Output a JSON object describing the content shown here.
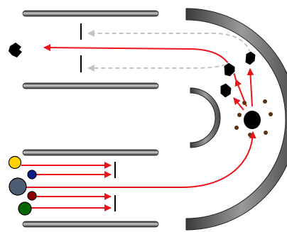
{
  "colors": {
    "background": "#ffffff",
    "red_arrow": "#e8151b",
    "gray_arrow": "#c4c4c4",
    "black": "#000000",
    "bead_brown": "#5a3312",
    "yellow": "#ffd200",
    "blue": "#0a1f8a",
    "slate": "#4e5d74",
    "dark_red": "#8b0000",
    "green": "#006600"
  },
  "diagram": {
    "channel_walls": [
      "top-upper",
      "top-lower",
      "bottom-upper",
      "bottom-lower"
    ],
    "arcs": [
      "large-half-ring",
      "small-half-ring"
    ],
    "particles": [
      "yellow-circle",
      "blue-circle",
      "slate-circle",
      "dark-red-circle",
      "green-circle"
    ],
    "fragments": [
      "fragment-escaped",
      "fragment-upper",
      "fragment-middle",
      "fragment-lower"
    ]
  }
}
